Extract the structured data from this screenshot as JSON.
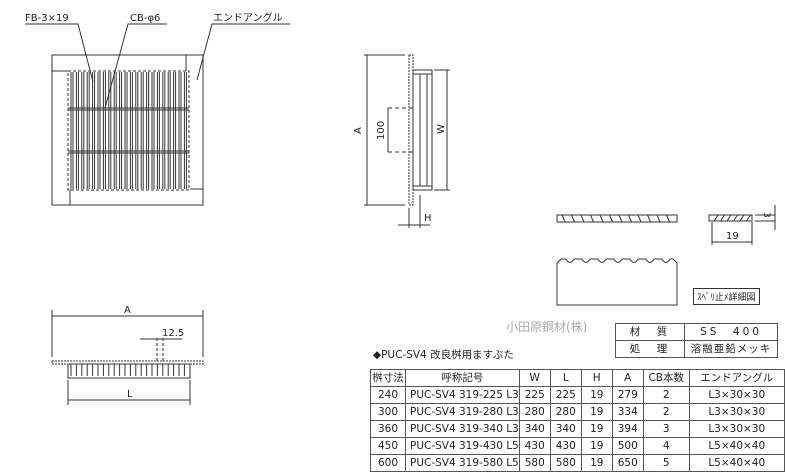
{
  "labels": {
    "fb": "FB-3×19",
    "cb": "CB-φ6",
    "end_angle": "エンドアングル",
    "dim_a": "A",
    "dim_w": "W",
    "dim_h": "H",
    "dim_l": "L",
    "dim_100": "100",
    "dim_125": "12.5",
    "dim_19": "19",
    "dim_3": "3",
    "detail_caption": "ｽﾍﾞﾘ止ﾒ詳細図"
  },
  "company": "小田原鋼材(株)",
  "material_table": [
    {
      "key": "材　質",
      "value": "SS　400"
    },
    {
      "key": "処　理",
      "value": "溶融亜鉛メッキ"
    }
  ],
  "product_title": "◆PUC-SV4 改良桝用ますぶた",
  "spec_table": {
    "headers": [
      "桝寸法",
      "呼称記号",
      "W",
      "L",
      "H",
      "A",
      "CB本数",
      "エンドアングル"
    ],
    "rows": [
      [
        "240",
        "PUC-SV4 319-225 L3",
        "225",
        "225",
        "19",
        "279",
        "2",
        "L3×30×30"
      ],
      [
        "300",
        "PUC-SV4 319-280 L3",
        "280",
        "280",
        "19",
        "334",
        "2",
        "L3×30×30"
      ],
      [
        "360",
        "PUC-SV4 319-340 L3",
        "340",
        "340",
        "19",
        "394",
        "3",
        "L3×30×30"
      ],
      [
        "450",
        "PUC-SV4 319-430 L5",
        "430",
        "430",
        "19",
        "500",
        "4",
        "L5×40×40"
      ],
      [
        "600",
        "PUC-SV4 319-580 L5",
        "580",
        "580",
        "19",
        "650",
        "5",
        "L5×40×40"
      ]
    ]
  },
  "colors": {
    "line": "#333333",
    "company": "#aaaaaa"
  }
}
